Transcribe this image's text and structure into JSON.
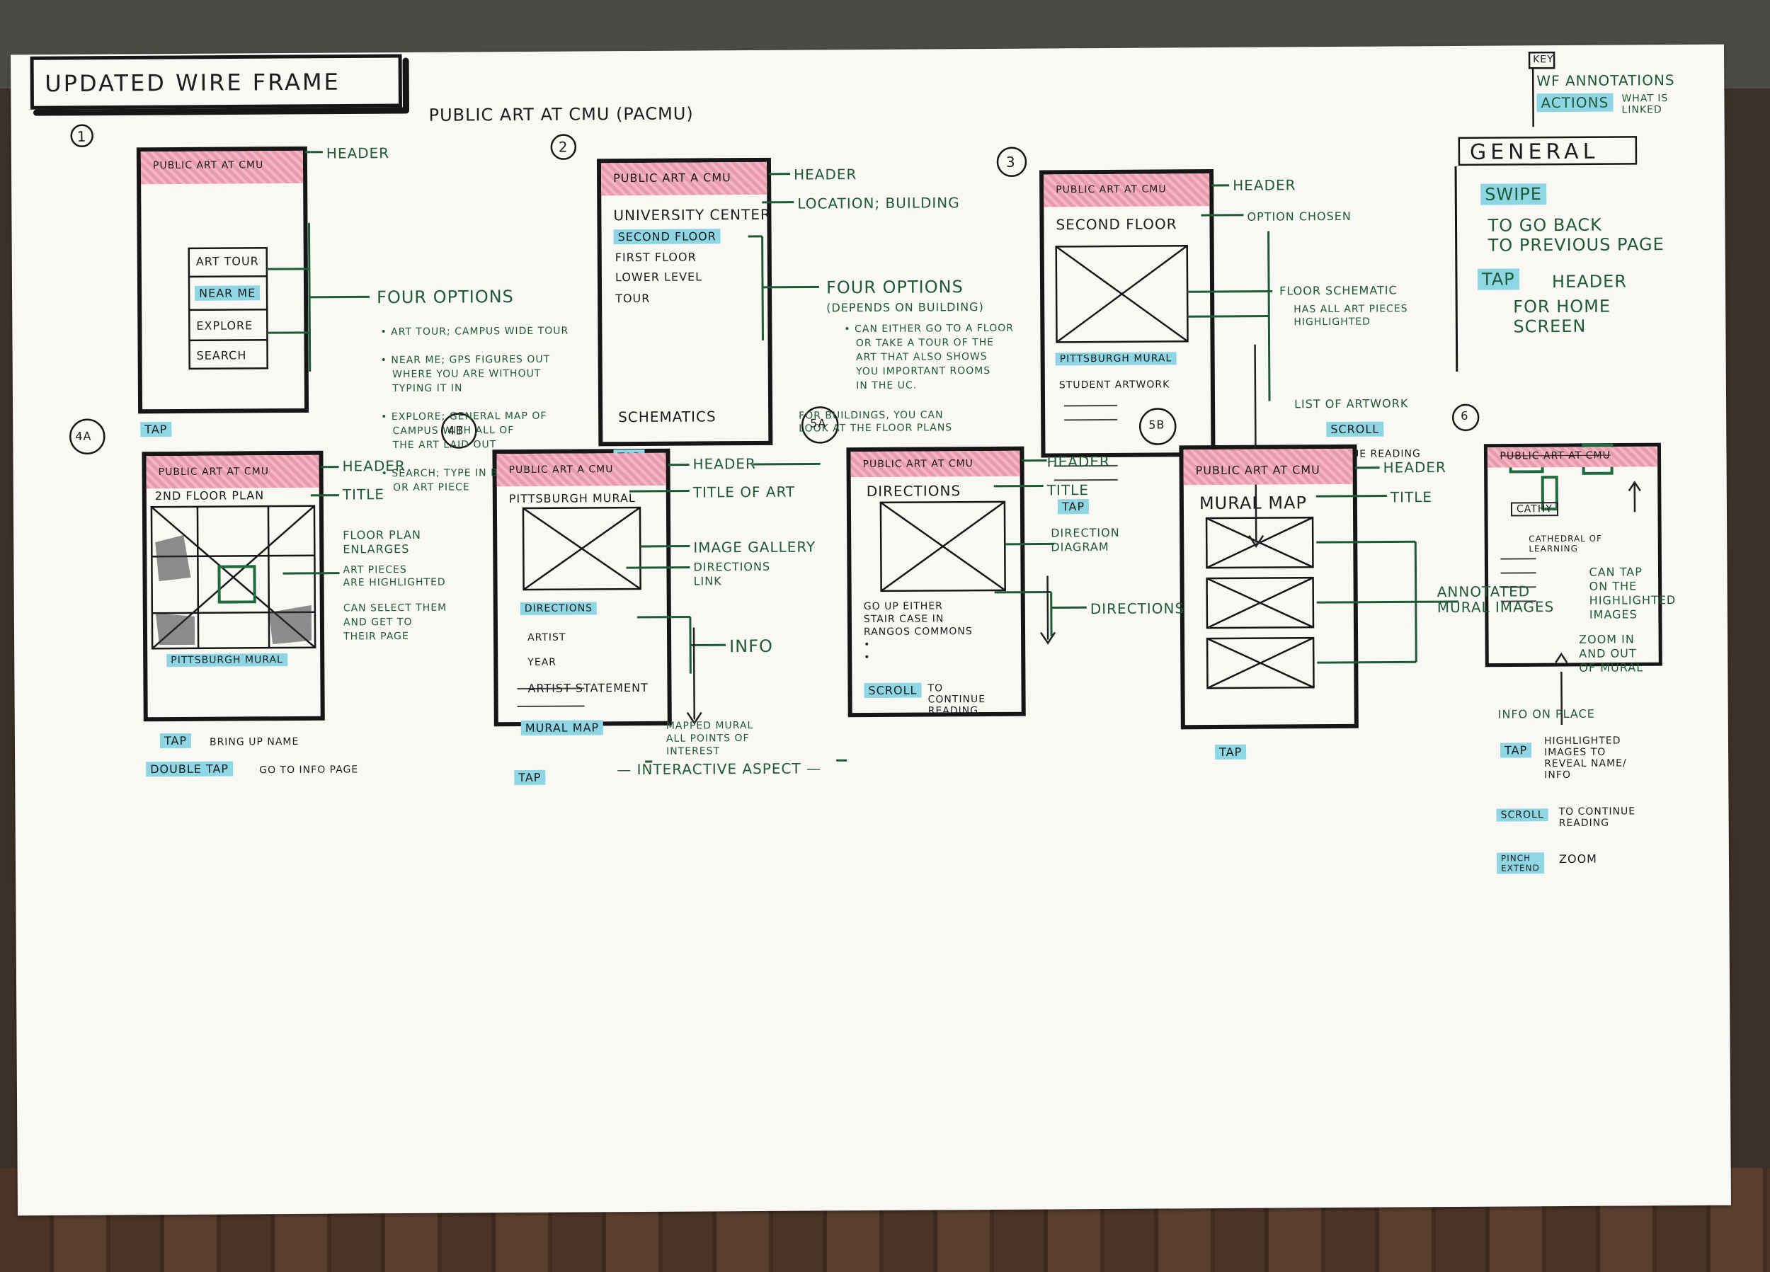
{
  "title": "UPDATED WIRE FRAME",
  "subtitle": "PUBLIC ART AT CMU (PACMU)",
  "key": {
    "label": "KEY",
    "annotations": "WF ANNOTATIONS",
    "actions": "ACTIONS",
    "linked": "WHAT IS LINKED"
  },
  "general": {
    "title": "GENERAL",
    "swipe": "SWIPE",
    "swipe_desc": "TO GO BACK\nTO PREVIOUS PAGE",
    "tap": "TAP",
    "tap_desc": "HEADER",
    "tap_desc2": "FOR HOME\nSCREEN"
  },
  "screens": {
    "s1": {
      "num": "1",
      "header": "PUBLIC ART AT CMU",
      "options": [
        "ART TOUR",
        "NEAR ME",
        "EXPLORE",
        "SEARCH"
      ],
      "header_note": "HEADER",
      "options_note": "FOUR OPTIONS",
      "bullets": "• ART TOUR; CAMPUS WIDE TOUR\n\n• NEAR ME; GPS FIGURES OUT\n   WHERE YOU ARE WITHOUT\n   TYPING IT IN\n\n• EXPLORE; GENERAL MAP OF\n   CAMPUS WITH ALL OF\n   THE ART LAID OUT\n\n• SEARCH; TYPE IN BUILDING\n   OR ART PIECE",
      "action": "TAP"
    },
    "s2": {
      "num": "2",
      "header": "PUBLIC ART A CMU",
      "location": "UNIVERSITY CENTER",
      "items": [
        "SECOND FLOOR",
        "FIRST FLOOR",
        "LOWER LEVEL",
        "TOUR"
      ],
      "schematics": "SCHEMATICS",
      "header_note": "HEADER",
      "location_note": "LOCATION; BUILDING",
      "options_note": "FOUR OPTIONS",
      "options_sub": "(DEPENDS ON BUILDING)",
      "options_detail": "• CAN EITHER GO TO A FLOOR\n   OR TAKE A TOUR OF THE\n   ART THAT ALSO SHOWS\n   YOU IMPORTANT ROOMS\n   IN THE UC.",
      "schematics_note": "FOR BUILDINGS, YOU CAN\nLOOK AT THE FLOOR PLANS",
      "action": "TAP"
    },
    "s3": {
      "num": "3",
      "header": "PUBLIC ART AT CMU",
      "floor": "SECOND FLOOR",
      "mural": "PITTSBURGH MURAL",
      "student": "STUDENT ARTWORK",
      "header_note": "HEADER",
      "option_note": "OPTION CHOSEN",
      "schematic_note": "FLOOR SCHEMATIC",
      "schematic_sub": "HAS ALL ART PIECES\nHIGHLIGHTED",
      "list_note": "LIST OF ARTWORK",
      "scroll": "SCROLL",
      "continue": "CONTINUE READING",
      "action": "TAP"
    },
    "s4a": {
      "num": "4A",
      "header": "PUBLIC ART AT CMU",
      "title": "2ND FLOOR PLAN",
      "mural": "PITTSBURGH MURAL",
      "header_note": "HEADER",
      "title_note": "TITLE",
      "plan_note": "FLOOR PLAN\nENLARGES",
      "art_note": "ART PIECES\nARE HIGHLIGHTED",
      "select_note": "CAN SELECT THEM\nAND GET TO\nTHEIR PAGE",
      "tap": "TAP",
      "tap_desc": "BRING UP NAME",
      "double_tap": "DOUBLE TAP",
      "double_tap_desc": "GO TO INFO PAGE"
    },
    "s4b": {
      "num": "4B",
      "header": "PUBLIC ART A CMU",
      "title": "PITTSBURGH MURAL",
      "directions": "DIRECTIONS",
      "artist": "ARTIST",
      "year": "YEAR",
      "statement": "ARTIST STATEMENT",
      "map": "MURAL MAP",
      "header_note": "HEADER",
      "title_note": "TITLE OF ART",
      "gallery_note": "IMAGE GALLERY",
      "dir_note": "DIRECTIONS\nLINK",
      "info_note": "INFO",
      "map_note": "MAPPED MURAL\nALL POINTS OF\nINTEREST",
      "interactive": "— INTERACTIVE ASPECT —",
      "action": "TAP"
    },
    "s5a": {
      "num": "5A",
      "header": "PUBLIC ART AT CMU",
      "title": "DIRECTIONS",
      "steps": "GO UP EITHER\nSTAIR CASE IN\nRANGOS COMMONS\n•\n•",
      "header_note": "HEADER",
      "title_note": "TITLE",
      "diagram_note": "DIRECTION\nDIAGRAM",
      "directions_note": "DIRECTIONS",
      "scroll": "SCROLL",
      "scroll_desc": "TO\nCONTINUE\nREADING"
    },
    "s5b": {
      "num": "5B",
      "header": "PUBLIC ART AT CMU",
      "title": "MURAL MAP",
      "header_note": "HEADER",
      "title_note": "TITLE",
      "images_note": "ANNOTATED\nMURAL IMAGES",
      "action": "TAP"
    },
    "s6": {
      "num": "6",
      "header": "PUBLIC ART AT CMU",
      "name_tag": "CATHY",
      "cathedral": "CATHEDRAL OF\nLEARNING",
      "tap_note": "CAN TAP\nON THE\nHIGHLIGHTED\nIMAGES",
      "zoom_note": "ZOOM IN\nAND OUT\nOF MURAL",
      "info_note": "INFO ON PLACE",
      "tap": "TAP",
      "tap_desc": "HIGHLIGHTED\nIMAGES TO\nREVEAL NAME/\nINFO",
      "scroll": "SCROLL",
      "scroll_desc": "TO CONTINUE\nREADING",
      "pinch": "PINCH\nEXTEND",
      "pinch_desc": "ZOOM"
    }
  }
}
